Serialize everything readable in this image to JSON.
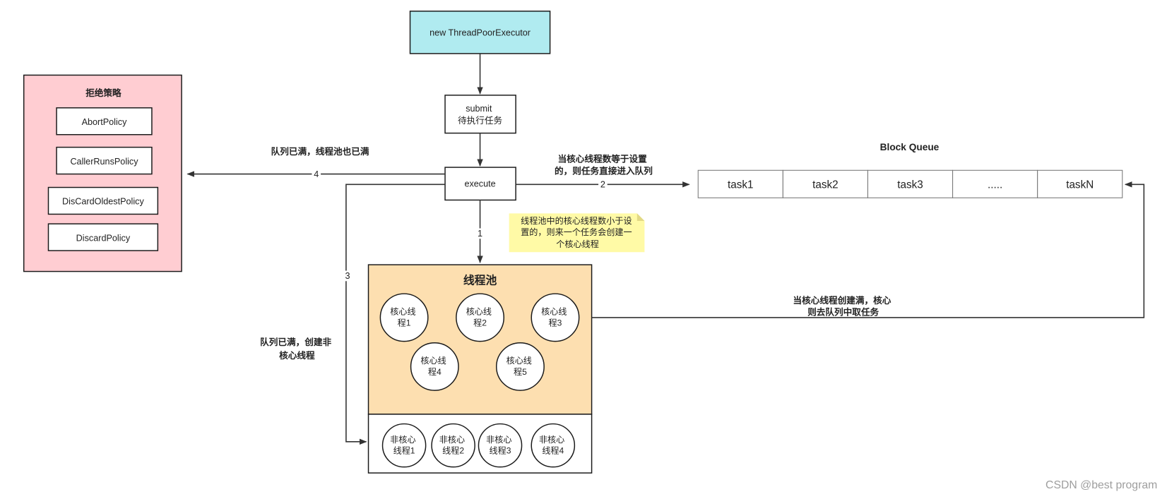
{
  "start": {
    "label": "new ThreadPoorExecutor"
  },
  "submit": {
    "lines": [
      "submit",
      "待执行任务"
    ]
  },
  "execute": {
    "label": "execute"
  },
  "rejection": {
    "title": "拒绝策略",
    "policies": [
      "AbortPolicy",
      "CallerRunsPolicy",
      "DisCardOldestPolicy",
      "DiscardPolicy"
    ]
  },
  "queue": {
    "title": "Block Queue",
    "tasks": [
      "task1",
      "task2",
      "task3",
      ".....",
      "taskN"
    ]
  },
  "pool": {
    "title": "线程池",
    "core_threads": [
      [
        "核心线",
        "程1"
      ],
      [
        "核心线",
        "程2"
      ],
      [
        "核心线",
        "程3"
      ],
      [
        "核心线",
        "程4"
      ],
      [
        "核心线",
        "程5"
      ]
    ],
    "non_core_threads": [
      [
        "非核心",
        "线程1"
      ],
      [
        "非核心",
        "线程2"
      ],
      [
        "非核心",
        "线程3"
      ],
      [
        "非核心",
        "线程4"
      ]
    ]
  },
  "edges": {
    "to_rejection": {
      "number": "4",
      "lines": [
        "队列已满，线程池也已满"
      ]
    },
    "to_queue": {
      "number": "2",
      "lines": [
        "当核心线程数等于设置",
        "的，则任务直接进入队列"
      ]
    },
    "to_pool": {
      "number": "1"
    },
    "to_non_core": {
      "number": "3",
      "lines": [
        "队列已满，创建非",
        "核心线程"
      ]
    },
    "pool_to_queue": {
      "lines": [
        "当核心线程创建满，核心",
        "则去队列中取任务"
      ]
    }
  },
  "note": {
    "lines": [
      "线程池中的核心线程数小于设",
      "置的，则来一个任务会创建一",
      "个核心线程"
    ]
  },
  "watermark": "CSDN @best program",
  "colors": {
    "start_fill": "#b0ebf0",
    "rejection_fill": "#ffcdd2",
    "pool_fill": "#fddfb0",
    "non_core_fill": "#ffffff",
    "note_fill": "#fffaa6",
    "note_fold": "#e2d985",
    "watermark": "#9e9e9e"
  }
}
